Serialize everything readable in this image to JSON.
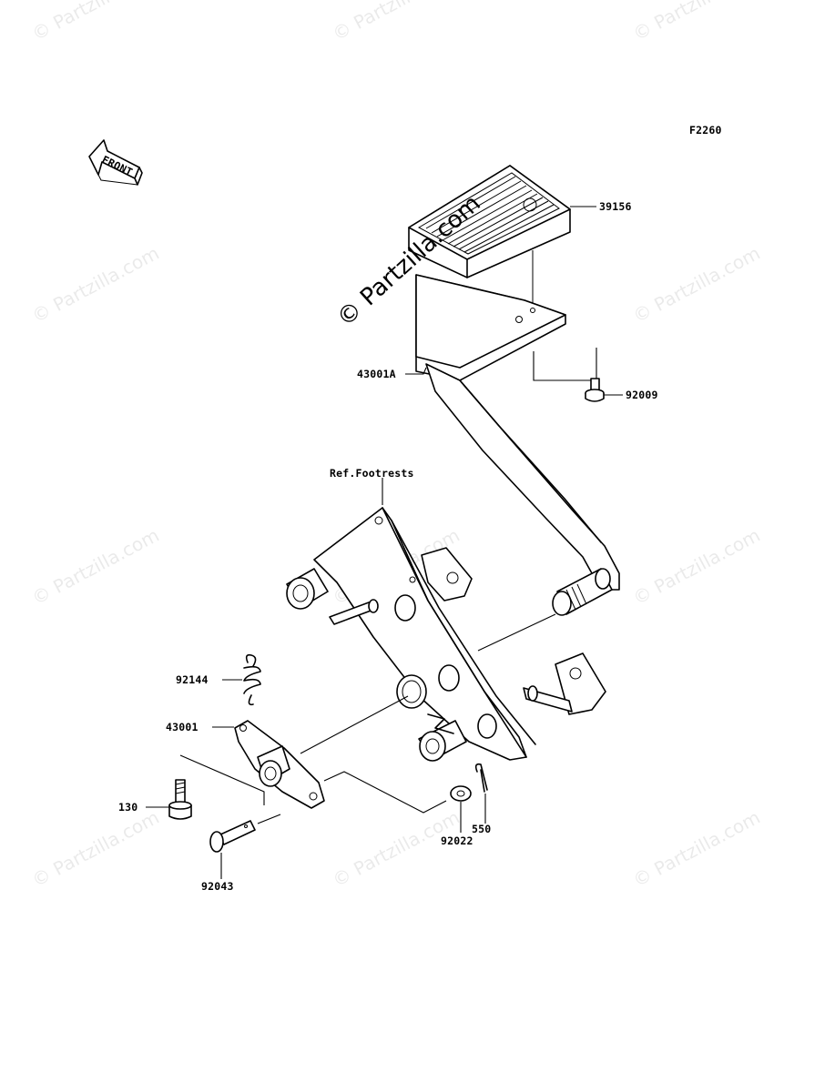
{
  "figure_code": "F2260",
  "front_arrow_label": "FRONT",
  "watermark_text": "© Partzilla.com",
  "center_watermark_text": "© Partzilla.com",
  "parts": {
    "p39156": "39156",
    "p43001A": "43001A",
    "p92009": "92009",
    "ref_footrests": "Ref.Footrests",
    "p92144": "92144",
    "p43001": "43001",
    "p130": "130",
    "p92043": "92043",
    "p92022": "92022",
    "p550": "550"
  }
}
